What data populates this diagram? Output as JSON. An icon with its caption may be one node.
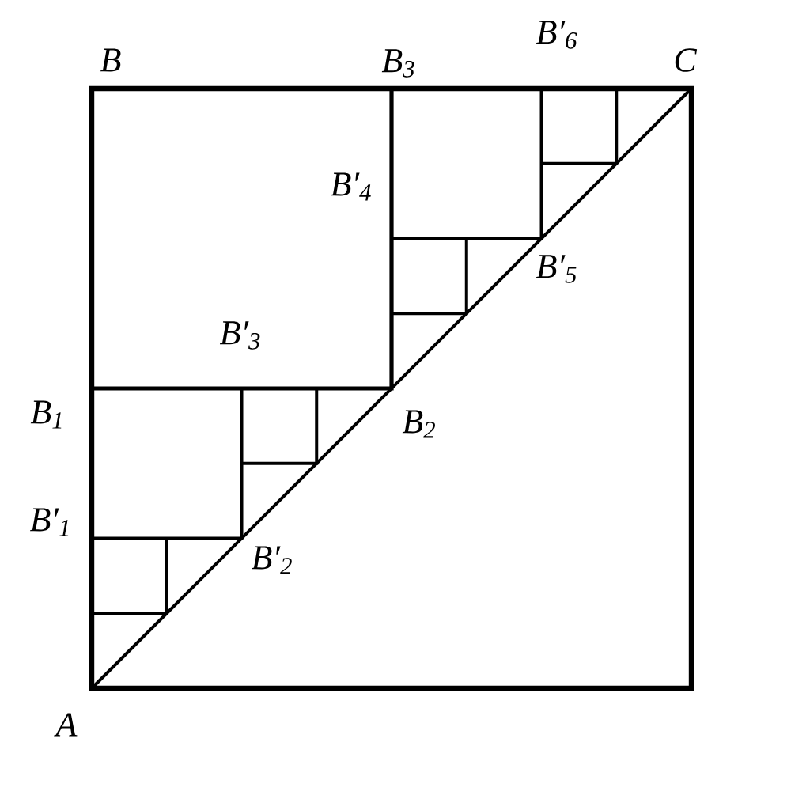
{
  "diagram": {
    "labels": [
      "B",
      "B$_{3}$",
      "B′$_{6}$",
      "C",
      "B′$_{4}$",
      "B′$_{5}$",
      "B′$_{3}$",
      "B$_{1}$",
      "B$_{2}$",
      "B′$_{1}$",
      "B′$_{2}$",
      "A"
    ]
  }
}
